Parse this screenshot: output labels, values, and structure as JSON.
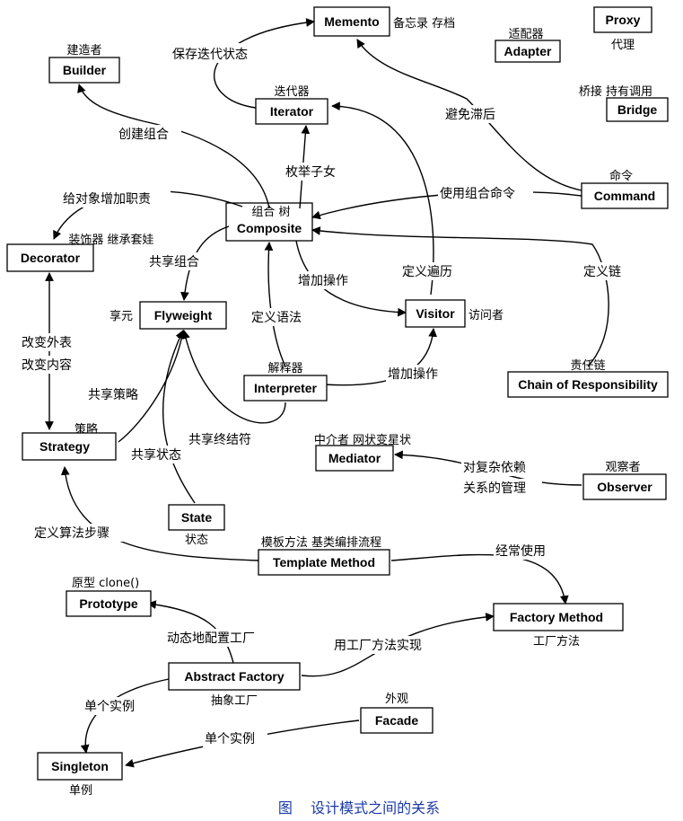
{
  "caption": "图    设计模式之间的关系",
  "patterns": {
    "memento": {
      "name": "Memento",
      "zh": "备忘录 存档"
    },
    "adapter": {
      "name": "Adapter",
      "zh": "适配器"
    },
    "proxy": {
      "name": "Proxy",
      "zh": "代理"
    },
    "builder": {
      "name": "Builder",
      "zh": "建造者"
    },
    "iterator": {
      "name": "Iterator",
      "zh": "迭代器"
    },
    "bridge": {
      "name": "Bridge",
      "zh": "桥接 持有调用"
    },
    "command": {
      "name": "Command",
      "zh": "命令"
    },
    "composite": {
      "name": "Composite",
      "zh": "组合 树"
    },
    "decorator": {
      "name": "Decorator",
      "zh": "装饰器 继承套娃"
    },
    "flyweight": {
      "name": "Flyweight",
      "zh": "享元"
    },
    "visitor": {
      "name": "Visitor",
      "zh": "访问者"
    },
    "interpreter": {
      "name": "Interpreter",
      "zh": "解释器"
    },
    "chain": {
      "name": "Chain of Responsibility",
      "zh": "责任链"
    },
    "strategy": {
      "name": "Strategy",
      "zh": "策略"
    },
    "mediator": {
      "name": "Mediator",
      "zh": "中介者 网状变星状"
    },
    "observer": {
      "name": "Observer",
      "zh": "观察者"
    },
    "state": {
      "name": "State",
      "zh": "状态"
    },
    "template": {
      "name": "Template Method",
      "zh": "模板方法 基类编排流程"
    },
    "prototype": {
      "name": "Prototype",
      "zh": "原型 clone()"
    },
    "factory": {
      "name": "Factory Method",
      "zh": "工厂方法"
    },
    "abstract": {
      "name": "Abstract Factory",
      "zh": "抽象工厂"
    },
    "facade": {
      "name": "Facade",
      "zh": "外观"
    },
    "singleton": {
      "name": "Singleton",
      "zh": "单例"
    }
  },
  "relations": {
    "save_iter_state": "保存迭代状态",
    "avoid_lag": "避免滞后",
    "create_comp": "创建组合",
    "enum_child": "枚举子女",
    "use_comp_cmd": "使用组合命令",
    "add_resp": "给对象增加职责",
    "share_comp": "共享组合",
    "add_op1": "增加操作",
    "def_traverse": "定义遍历",
    "def_chain": "定义链",
    "change_skin": "改变外表",
    "change_guts": "改变内容",
    "def_grammar": "定义语法",
    "share_strategy": "共享策略",
    "add_op2": "增加操作",
    "share_terminal": "共享终结符",
    "share_state": "共享状态",
    "complex_dep1": "对复杂依赖",
    "complex_dep2": "关系的管理",
    "def_algo": "定义算法步骤",
    "often_use": "经常使用",
    "dyn_config": "动态地配置工厂",
    "impl_factory": "用工厂方法实现",
    "single1": "单个实例",
    "single2": "单个实例"
  }
}
